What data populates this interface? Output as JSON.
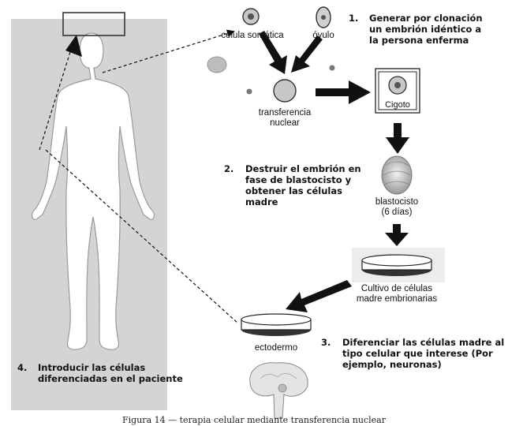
{
  "labels": {
    "somatic_cell": "célula somática",
    "ovum": "óvulo",
    "nuclear_transfer_line1": "transferencia",
    "nuclear_transfer_line2": "nuclear",
    "zygote": "Cigoto",
    "blastocyst_line1": "blastocisto",
    "blastocyst_line2": "(6 días)",
    "culture_line1": "Cultivo de células",
    "culture_line2": "madre embrionarias",
    "ectoderm": "ectodermo"
  },
  "steps": [
    {
      "number": "1.",
      "text": "Generar por clonación\nun embrión idéntico a\nla persona enferma"
    },
    {
      "number": "2.",
      "text": "Destruir el embrión en\nfase de blastocisto y\nobtener las células\nmadre"
    },
    {
      "number": "3.",
      "text": "Diferenciar las células madre  al\ntipo celular que interese (Por\nejemplo, neuronas)"
    },
    {
      "number": "4.",
      "text": "Introducir las células\ndiferenciadas en el paciente"
    }
  ],
  "caption": "Figura 14 — terapia celular mediante transferencia nuclear",
  "colors": {
    "panel": "#d4d4d4",
    "arrow": "#111111",
    "cell_fill": "#c8c8c8",
    "culture_fill": "#ececec"
  }
}
